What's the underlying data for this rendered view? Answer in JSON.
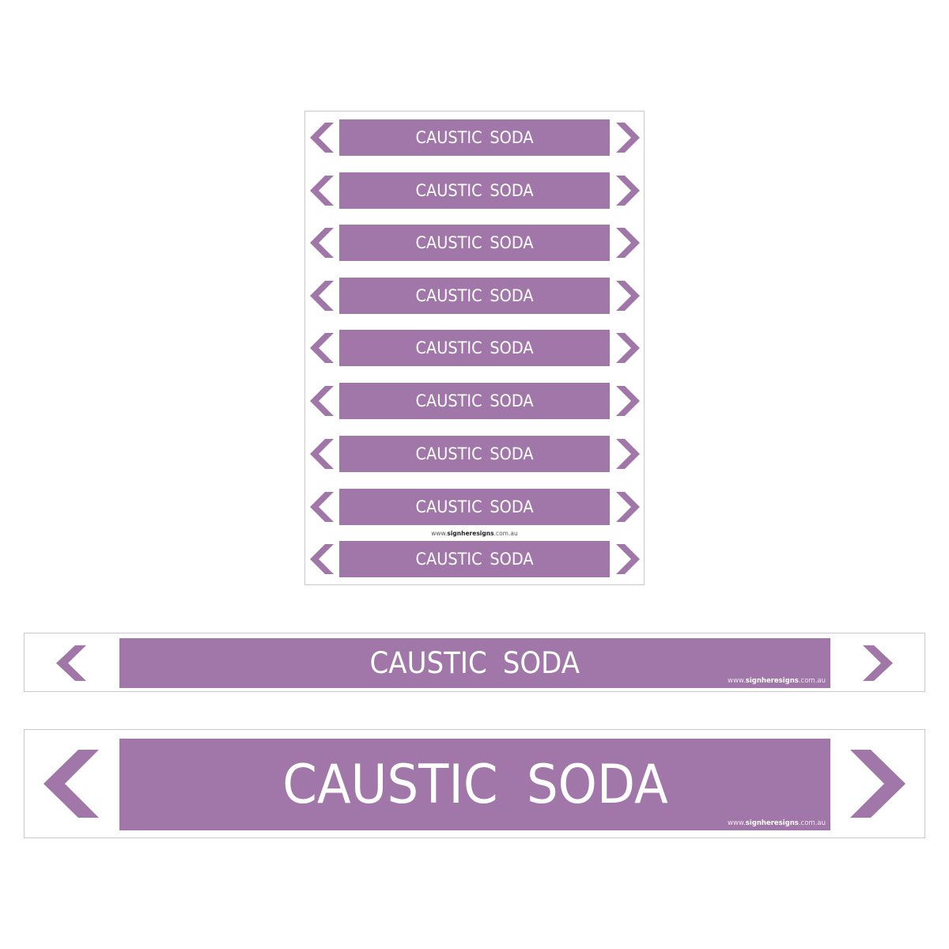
{
  "label_text": "CAUSTIC SODA",
  "brand_color": "#a077a8",
  "website": {
    "prefix": "www.",
    "name": "signheresigns",
    "suffix": ".com.au"
  },
  "sheet": {
    "rows": [
      {
        "label": "CAUSTIC SODA"
      },
      {
        "label": "CAUSTIC SODA"
      },
      {
        "label": "CAUSTIC SODA"
      },
      {
        "label": "CAUSTIC SODA"
      },
      {
        "label": "CAUSTIC SODA"
      },
      {
        "label": "CAUSTIC SODA"
      },
      {
        "label": "CAUSTIC SODA"
      },
      {
        "label": "CAUSTIC SODA"
      },
      {
        "label": "CAUSTIC SODA"
      }
    ]
  },
  "strips": [
    {
      "label": "CAUSTIC SODA"
    },
    {
      "label": "CAUSTIC SODA"
    }
  ],
  "icons": {
    "left": "chevron-left-icon",
    "right": "chevron-right-icon"
  }
}
